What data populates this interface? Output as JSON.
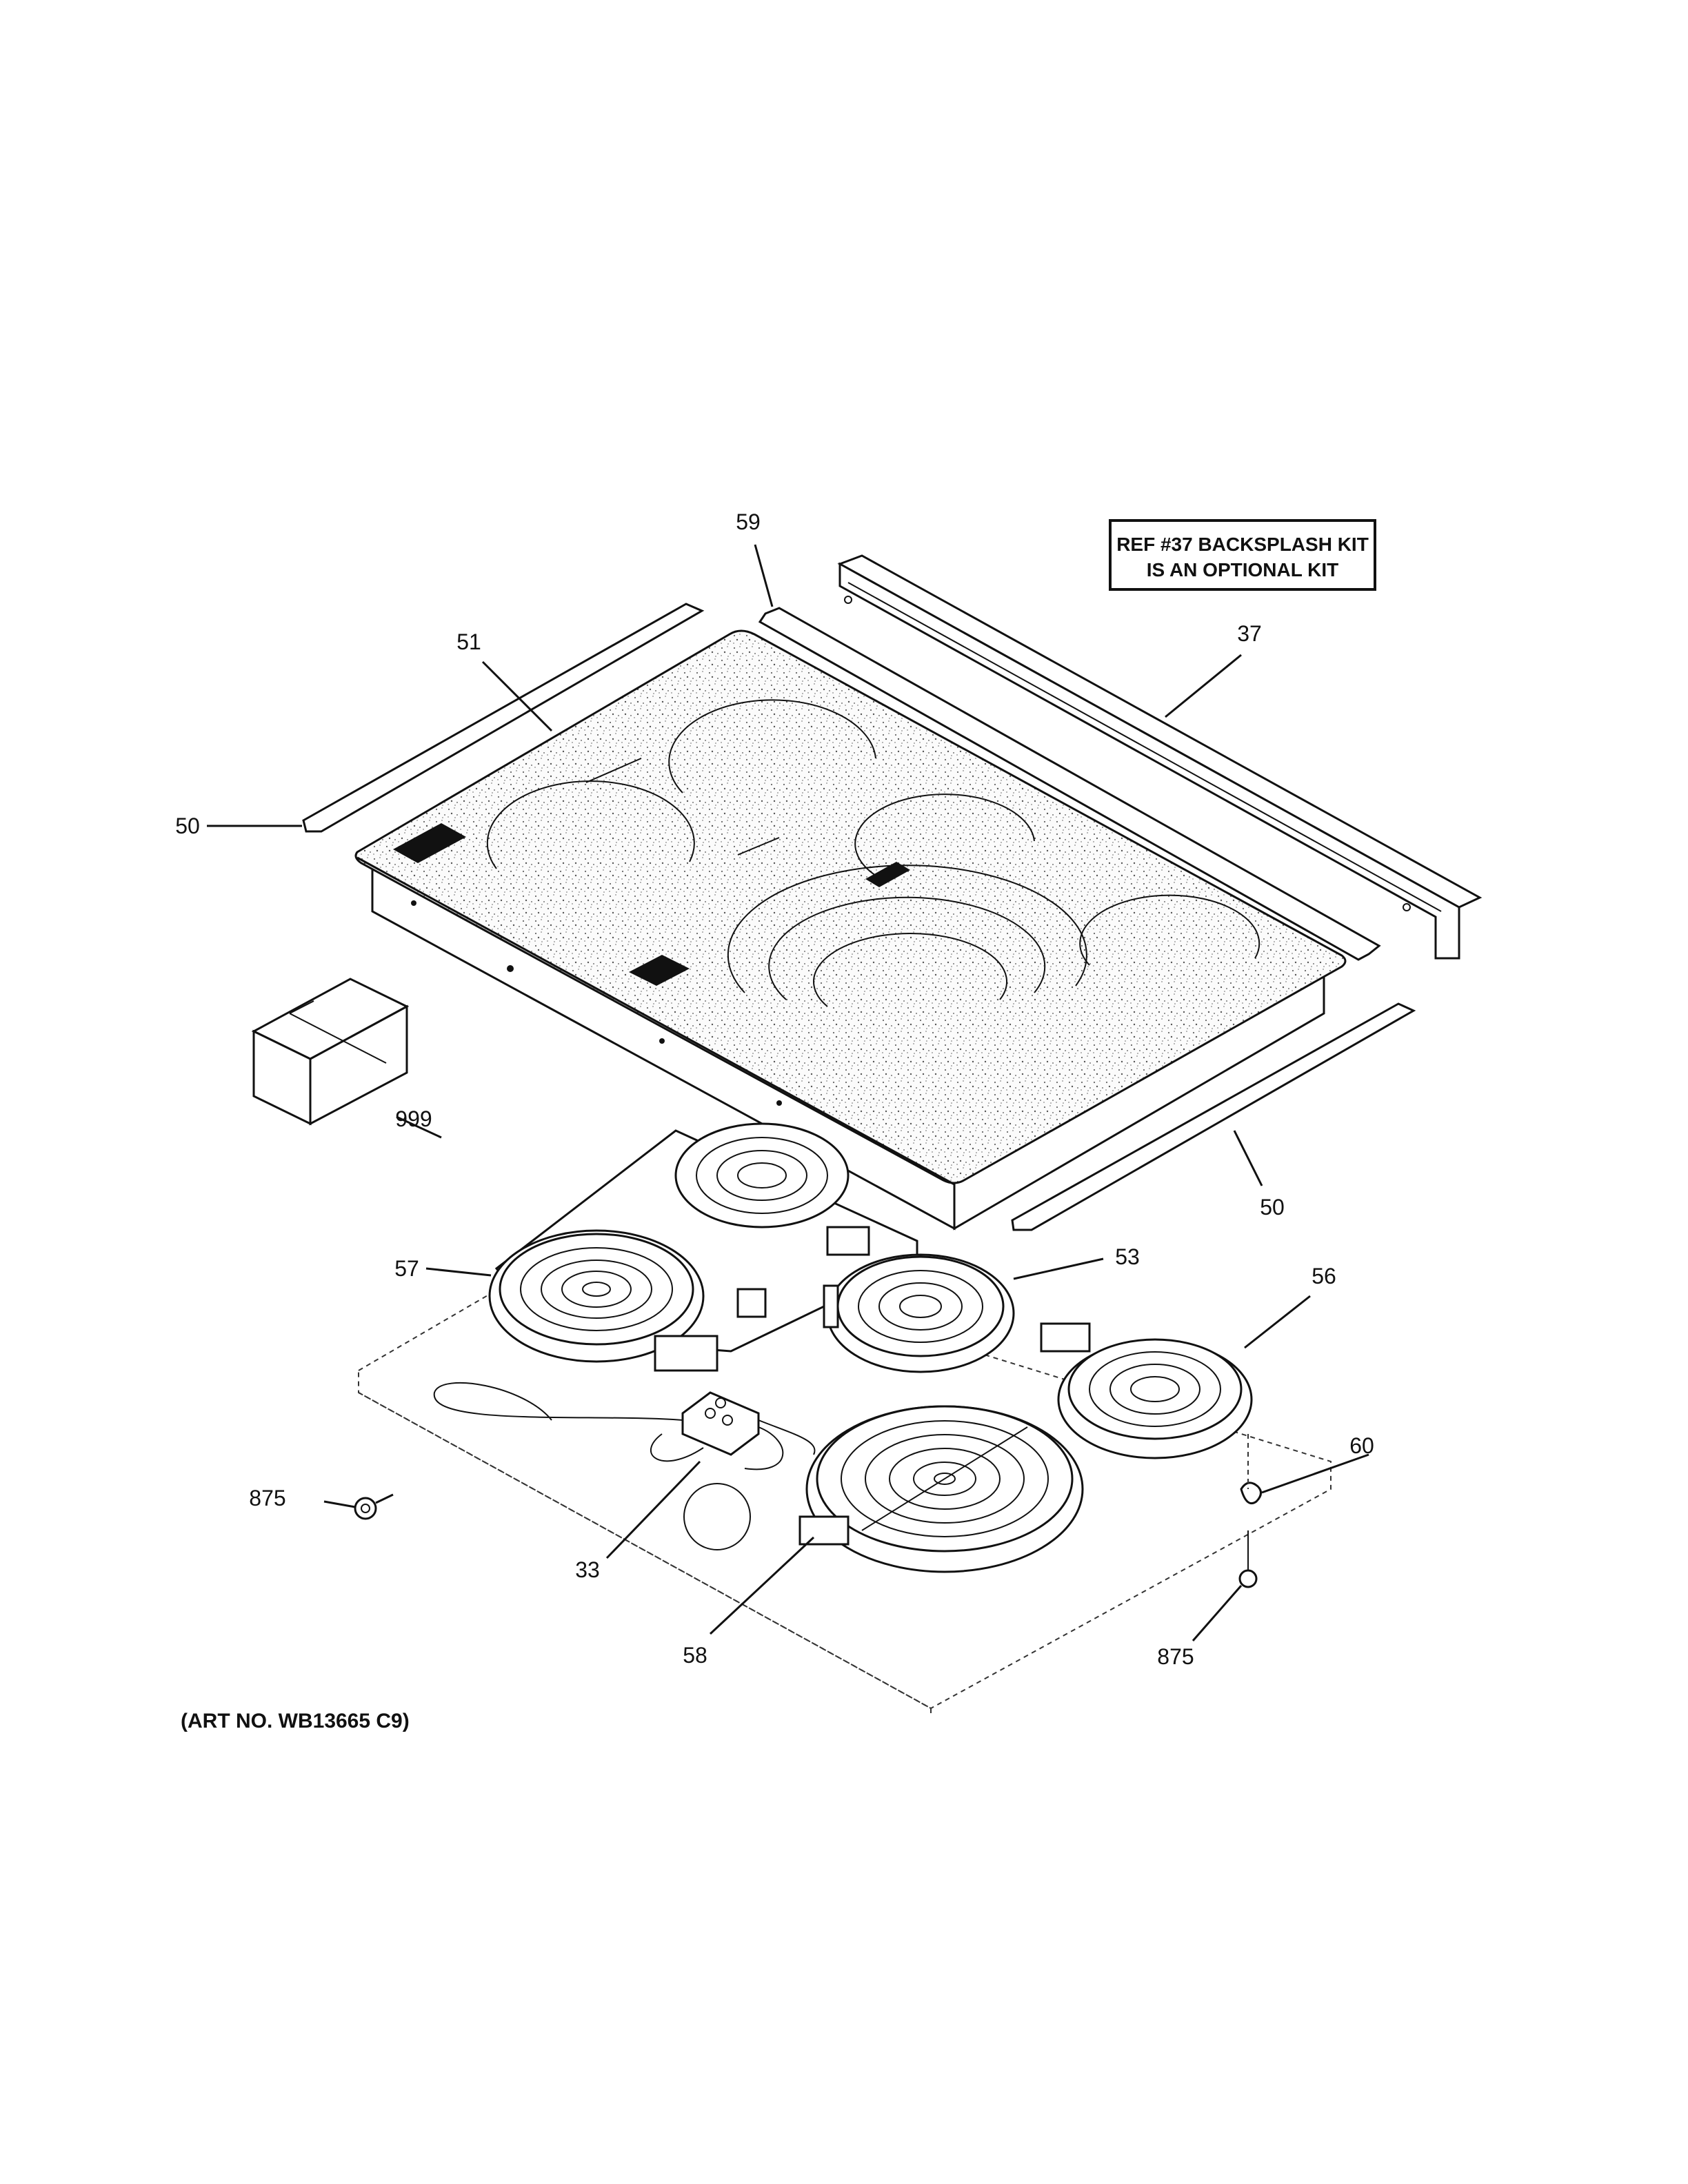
{
  "note": {
    "line1": "REF #37 BACKSPLASH KIT",
    "line2": "IS AN OPTIONAL KIT"
  },
  "callouts": {
    "c59": "59",
    "c37": "37",
    "c51": "51",
    "c50_left": "50",
    "c50_right": "50",
    "c999": "999",
    "c57": "57",
    "c53": "53",
    "c56": "56",
    "c60": "60",
    "c875_left": "875",
    "c875_right": "875",
    "c33": "33",
    "c58": "58"
  },
  "art_number": "(ART NO. WB13665 C9)"
}
